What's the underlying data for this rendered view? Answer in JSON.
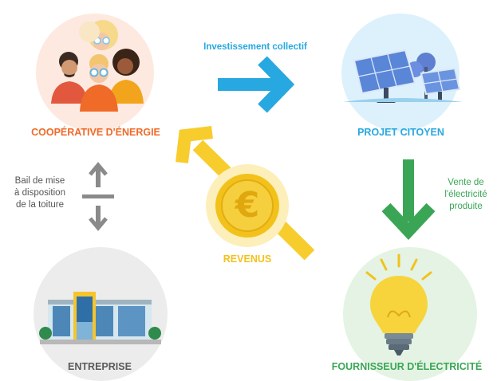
{
  "nodes": {
    "cooperative": {
      "label": "COOPÉRATIVE D'ÉNERGIE",
      "color": "#f06a28",
      "bg": "#fde9df"
    },
    "projet": {
      "label": "PROJET CITOYEN",
      "color": "#27a8e0",
      "bg": "#dcf1fb"
    },
    "entreprise": {
      "label": "ENTREPRISE",
      "color": "#5a5a5a",
      "bg": "#ececec"
    },
    "fournisseur": {
      "label": "FOURNISSEUR D'ÉLECTRICITÉ",
      "color": "#3aa655",
      "bg": "#e4f3e3"
    }
  },
  "center": {
    "label": "REVENUS",
    "color": "#f2c21b",
    "symbol": "€"
  },
  "flows": {
    "investissement": {
      "text": "Investissement collectif",
      "color": "#27a8e0"
    },
    "vente": {
      "lines": [
        "Vente de",
        "l'électricité",
        "produite"
      ],
      "color": "#3aa655"
    },
    "bail": {
      "lines": [
        "Bail de mise",
        "à disposition",
        "de la toiture"
      ],
      "color": "#555555",
      "arrow_color": "#8a8a8a"
    },
    "revenus_arrow_color": "#f7cd2e"
  },
  "icons": [
    "people-group-icon",
    "solar-panels-icon",
    "office-building-icon",
    "light-bulb-icon",
    "euro-coin-icon"
  ]
}
